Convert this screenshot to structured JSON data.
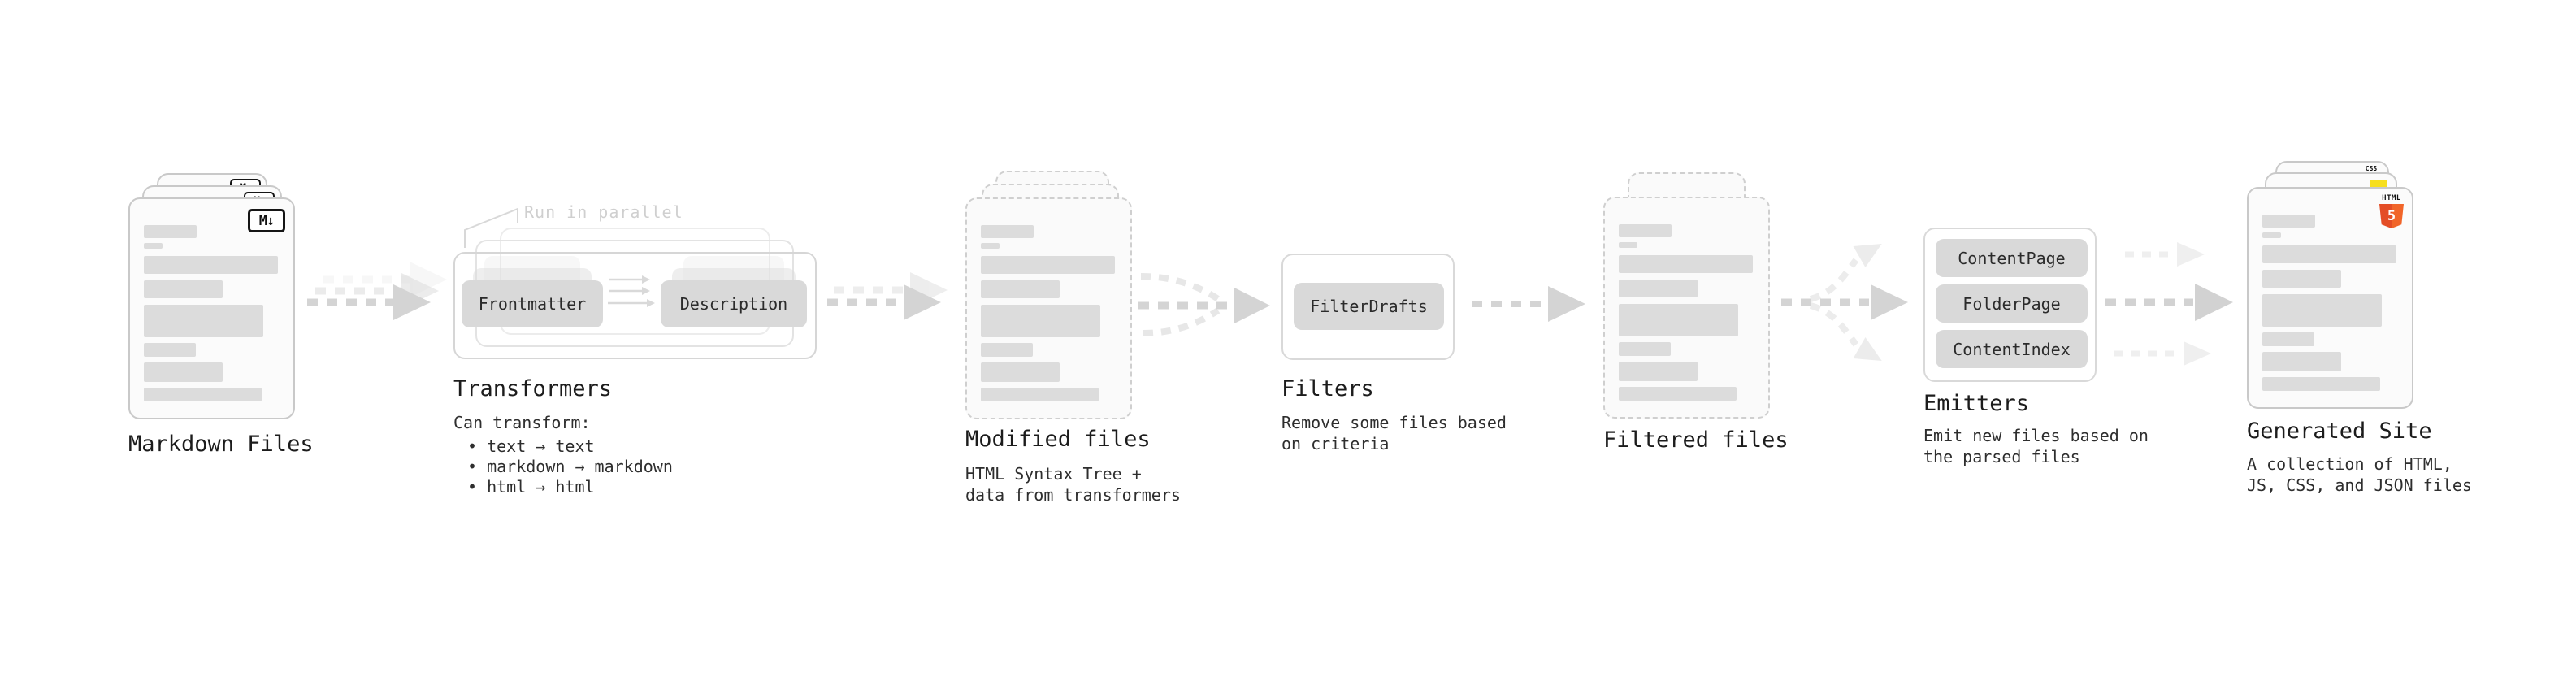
{
  "colors": {
    "page_fill": "#fbfbfb",
    "page_border": "#c9c9c9",
    "content_bar": "#dcdcdc",
    "pill_fill": "#d9d9d9",
    "pill_text": "#2b2b2b",
    "title_text": "#1c1c1c",
    "body_text": "#2e2e2e",
    "annotation_text": "#cfcfcf",
    "arrow_dark": "#d2d2d2",
    "arrow_light": "#ececec",
    "html5_orange": "#e44d26",
    "js_yellow": "#f7df1e",
    "css_blue": "#2563eb"
  },
  "stages": {
    "markdown_files": {
      "title": "Markdown Files",
      "badge": "M↓"
    },
    "transformers": {
      "title": "Transformers",
      "annotation": "Run in parallel",
      "pill_left": "Frontmatter",
      "pill_right": "Description",
      "desc_heading": "Can transform:",
      "bullets": [
        "• text → text",
        "• markdown → markdown",
        "• html → html"
      ]
    },
    "modified_files": {
      "title": "Modified files",
      "desc_lines": [
        "HTML Syntax Tree +",
        "data from transformers"
      ]
    },
    "filters": {
      "title": "Filters",
      "pill": "FilterDrafts",
      "desc_lines": [
        "Remove some files based",
        "on criteria"
      ]
    },
    "filtered_files": {
      "title": "Filtered files"
    },
    "emitters": {
      "title": "Emitters",
      "pills": [
        "ContentPage",
        "FolderPage",
        "ContentIndex"
      ],
      "desc_lines": [
        "Emit new files based on",
        "the parsed files"
      ]
    },
    "generated_site": {
      "title": "Generated Site",
      "html_badge_label": "HTML",
      "html_badge_number": "5",
      "css_badge_label": "CSS",
      "desc_lines": [
        "A collection of HTML,",
        "JS, CSS, and JSON files"
      ]
    }
  }
}
